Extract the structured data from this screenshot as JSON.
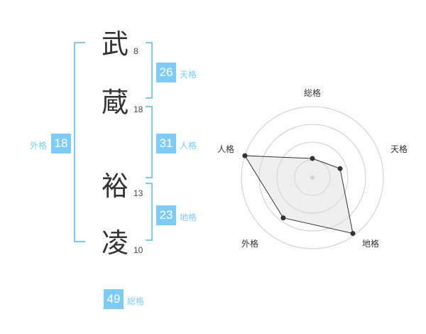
{
  "characters": [
    {
      "char": "武",
      "strokes": "8"
    },
    {
      "char": "蔵",
      "strokes": "18"
    },
    {
      "char": "裕",
      "strokes": "13"
    },
    {
      "char": "凌",
      "strokes": "10"
    }
  ],
  "groups": {
    "tenkaku": {
      "value": "26",
      "label": "天格"
    },
    "jinkaku": {
      "value": "31",
      "label": "人格"
    },
    "chikaku": {
      "value": "23",
      "label": "地格"
    },
    "gaikaku": {
      "value": "18",
      "label": "外格"
    },
    "soukaku": {
      "value": "49",
      "label": "総格"
    }
  },
  "colors": {
    "accent": "#7ecbf5",
    "text": "#333333",
    "grid": "#cccccc"
  },
  "chart_data": {
    "type": "radar",
    "axes": [
      "総格",
      "天格",
      "地格",
      "外格",
      "人格"
    ],
    "values": [
      0.27,
      0.41,
      0.97,
      0.7,
      1.0
    ],
    "rings": 4,
    "range": [
      0,
      1
    ]
  }
}
